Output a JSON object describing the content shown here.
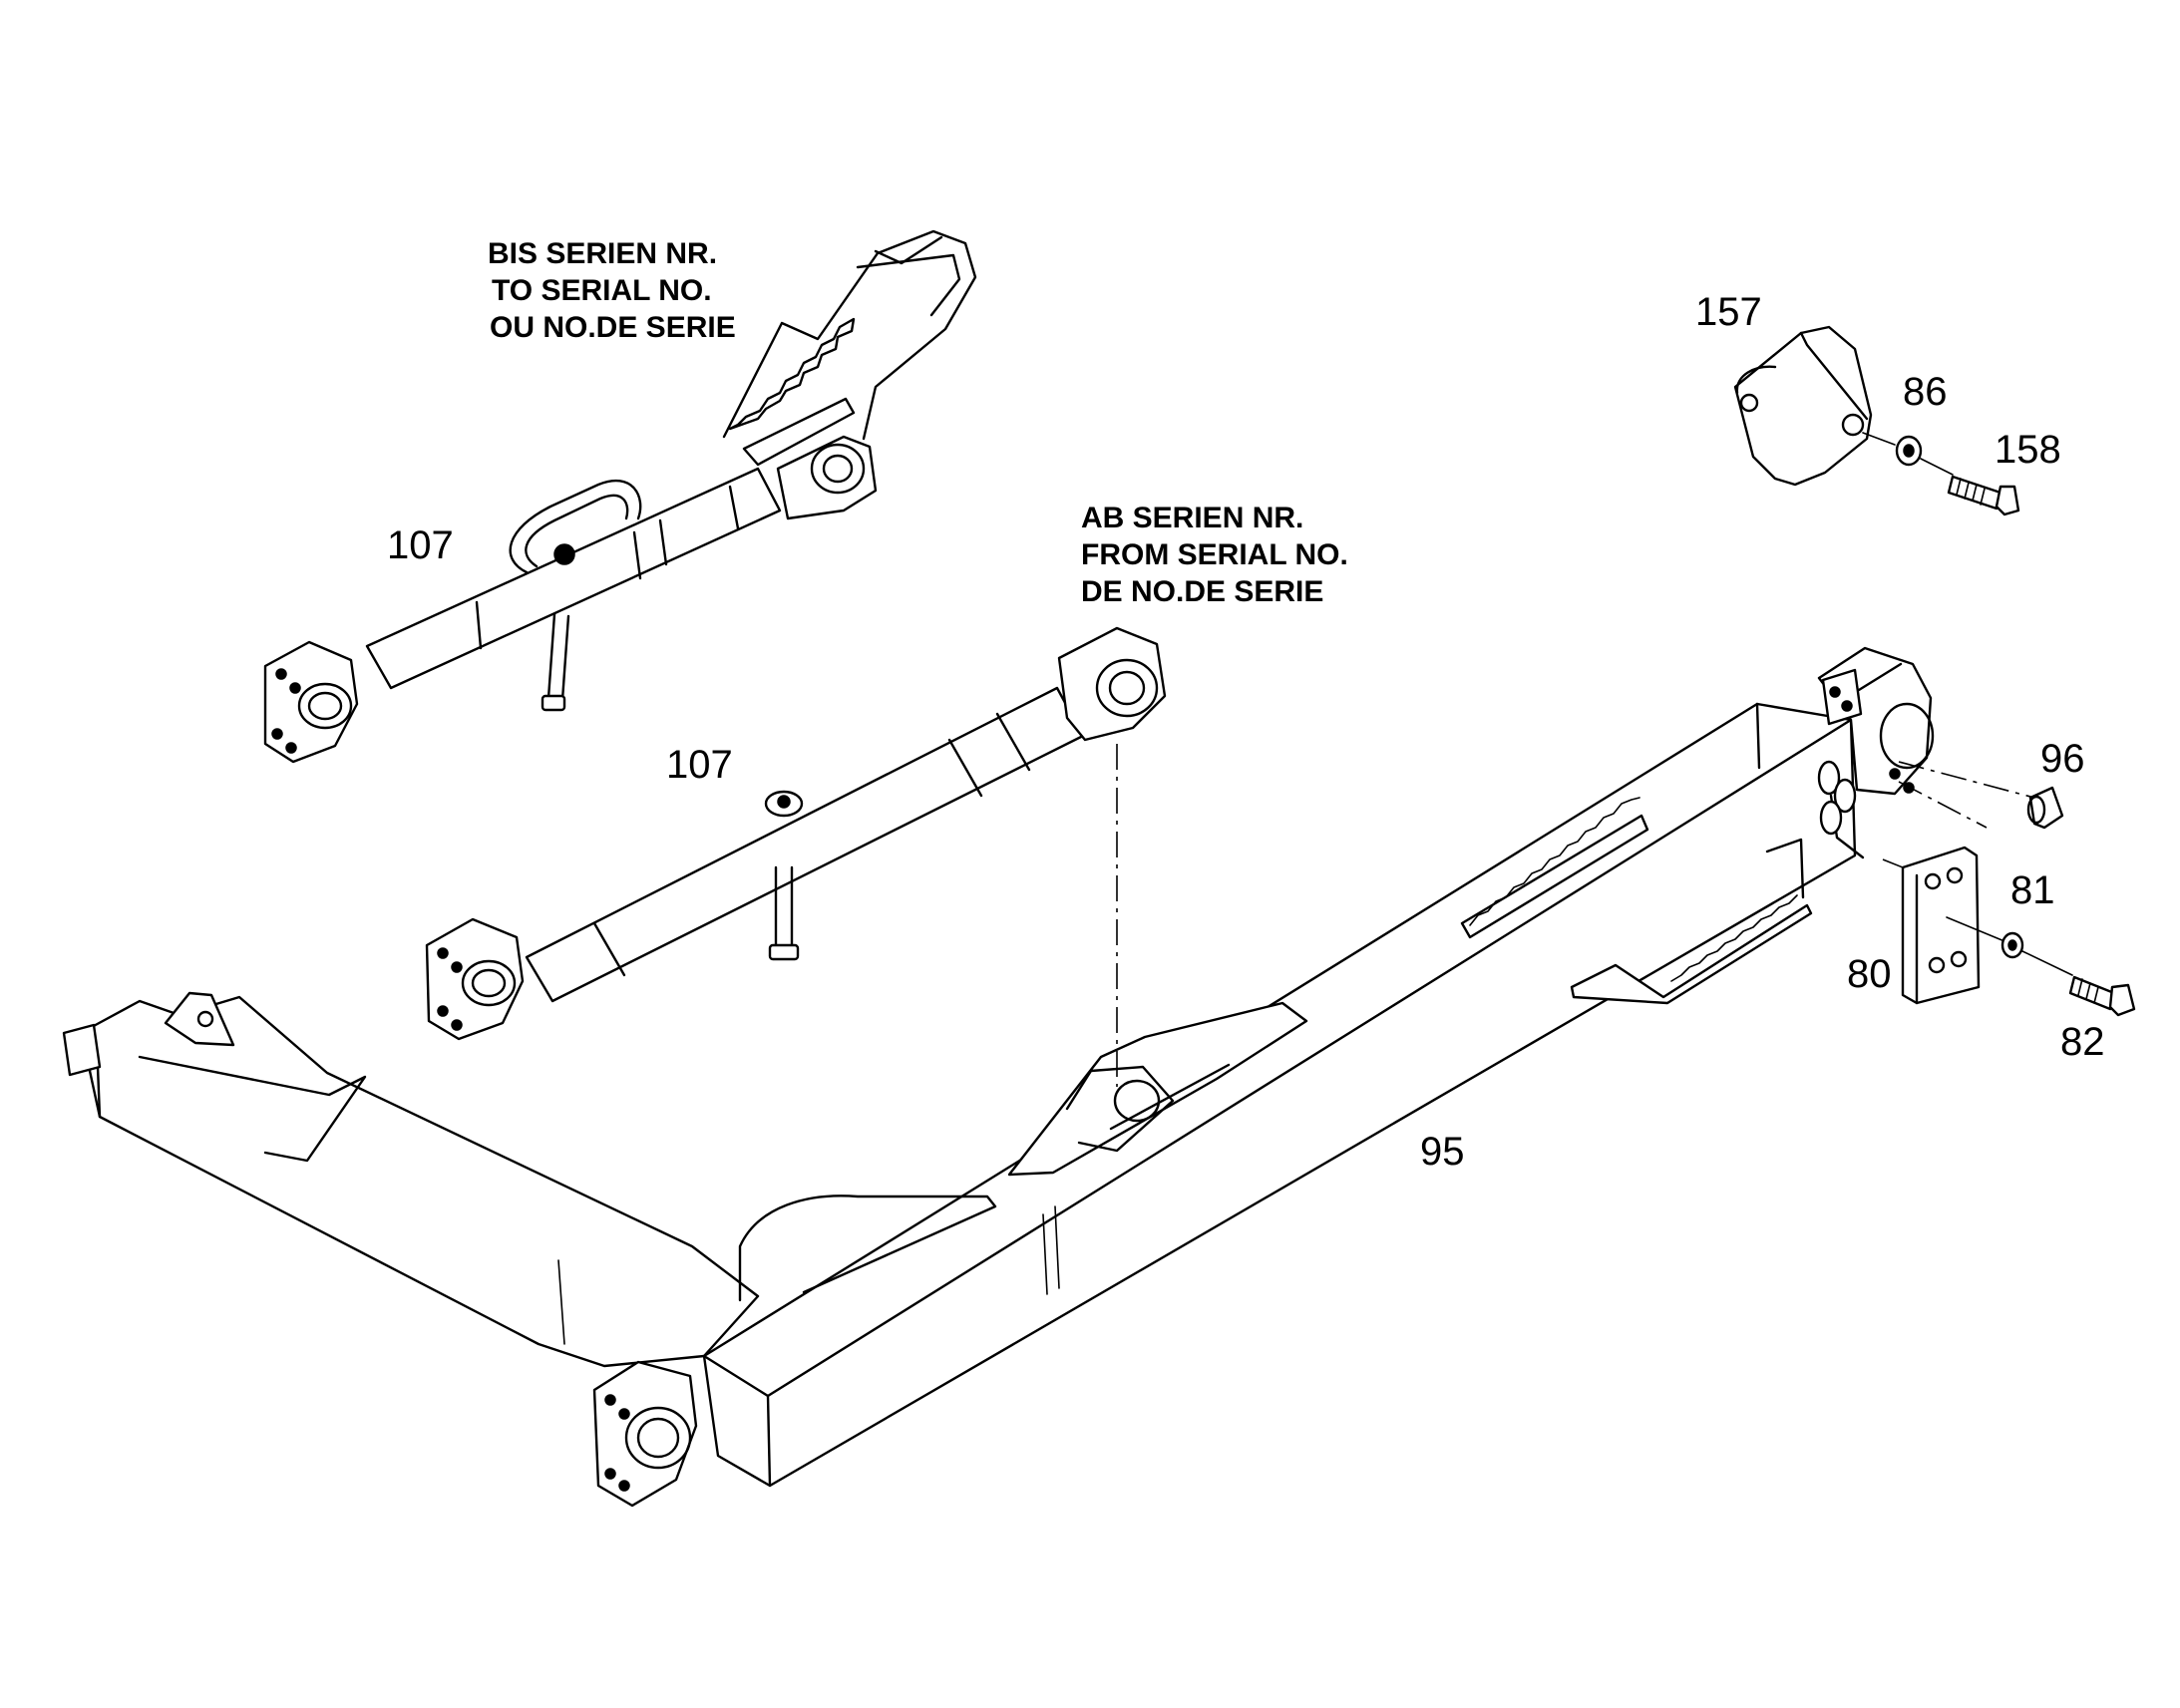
{
  "notes": {
    "to_serial": [
      "BIS SERIEN NR.",
      "TO SERIAL NO.",
      "OU NO.DE SERIE"
    ],
    "from_serial": [
      "AB SERIEN NR.",
      "FROM SERIAL NO.",
      "DE NO.DE SERIE"
    ]
  },
  "callouts": {
    "c107_upper": "107",
    "c107_lower": "107",
    "c157": "157",
    "c86": "86",
    "c158": "158",
    "c96": "96",
    "c81": "81",
    "c80": "80",
    "c82": "82",
    "c95": "95"
  }
}
